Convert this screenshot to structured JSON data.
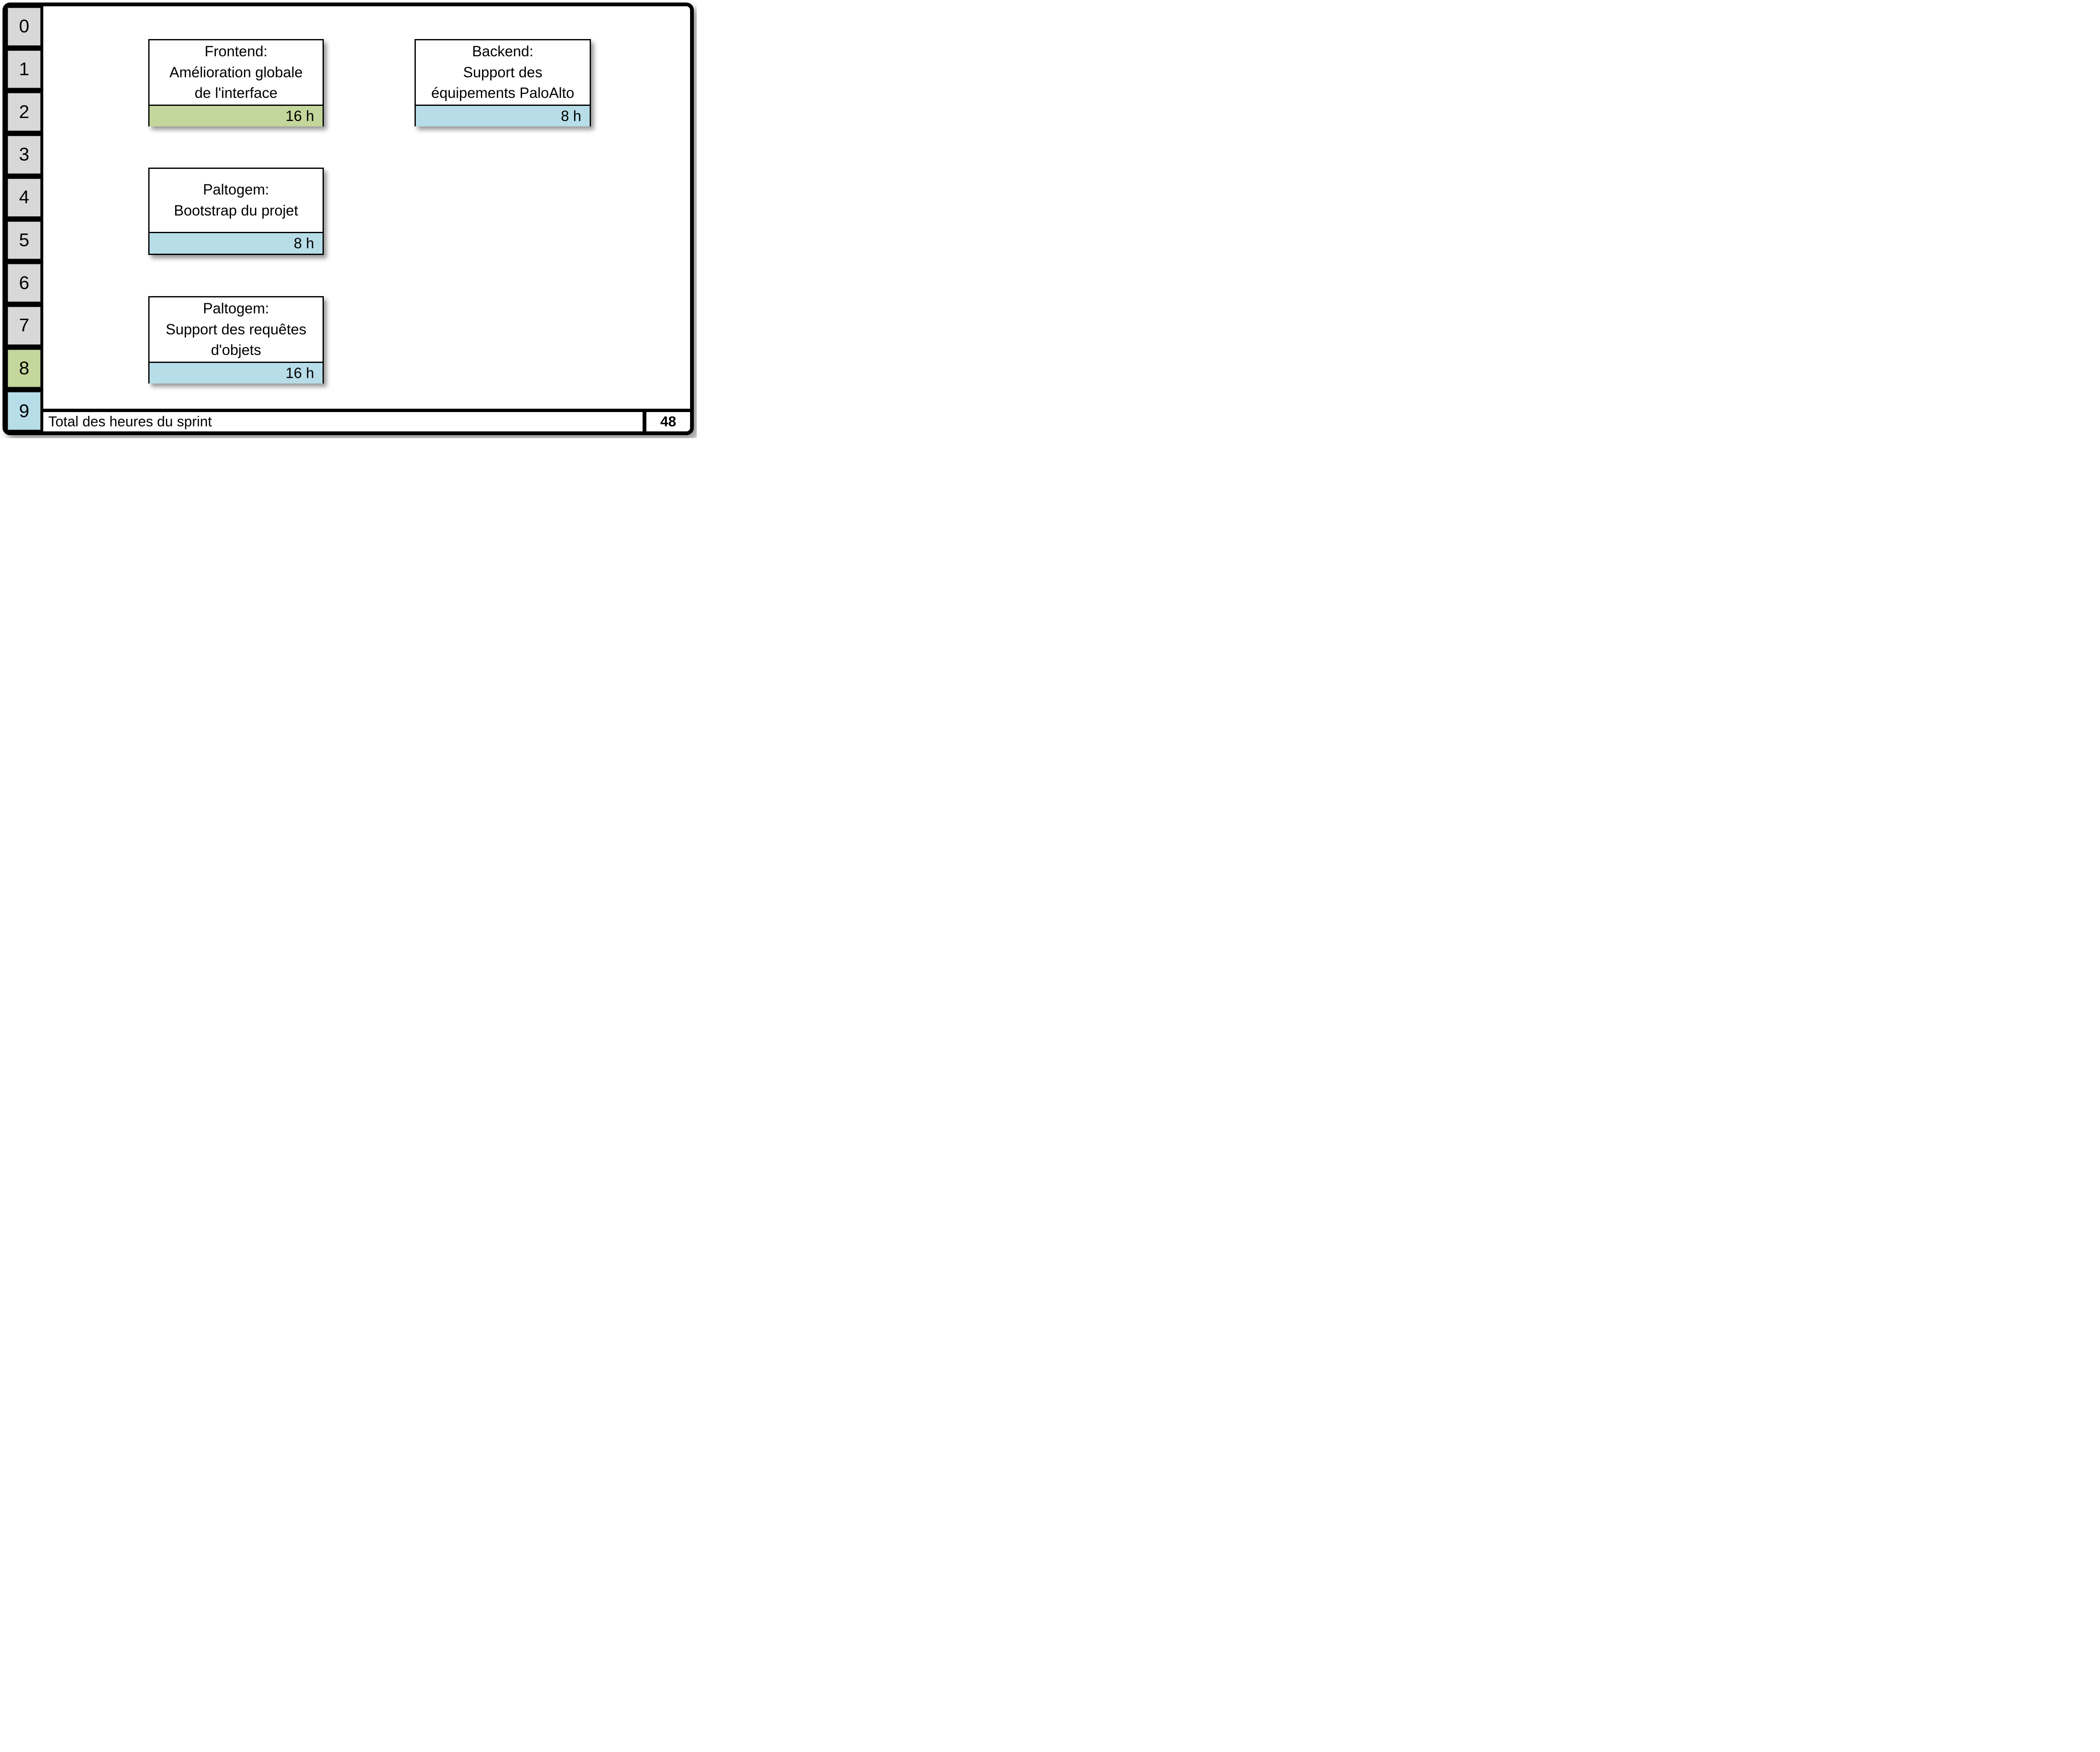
{
  "colors": {
    "border": "#000000",
    "background": "#ffffff",
    "rail_gray": "#d8d8d8",
    "accent_green": "#c3d69b",
    "accent_blue": "#b7dde8"
  },
  "left_rail": {
    "cells": [
      {
        "label": "0",
        "bg": "#d8d8d8"
      },
      {
        "label": "1",
        "bg": "#d8d8d8"
      },
      {
        "label": "2",
        "bg": "#d8d8d8"
      },
      {
        "label": "3",
        "bg": "#d8d8d8"
      },
      {
        "label": "4",
        "bg": "#d8d8d8"
      },
      {
        "label": "5",
        "bg": "#d8d8d8"
      },
      {
        "label": "6",
        "bg": "#d8d8d8"
      },
      {
        "label": "7",
        "bg": "#d8d8d8"
      },
      {
        "label": "8",
        "bg": "#c3d69b"
      },
      {
        "label": "9",
        "bg": "#b7dde8"
      }
    ]
  },
  "cards": [
    {
      "title": "Frontend:\nAmélioration globale\nde l'interface",
      "hours": "16 h",
      "bar_color": "#c3d69b"
    },
    {
      "title": "Backend:\nSupport des\néquipements PaloAlto",
      "hours": "8 h",
      "bar_color": "#b7dde8"
    },
    {
      "title": "Paltogem:\nBootstrap du projet",
      "hours": "8 h",
      "bar_color": "#b7dde8"
    },
    {
      "title": "Paltogem:\nSupport des requêtes\nd'objets",
      "hours": "16 h",
      "bar_color": "#b7dde8"
    }
  ],
  "total_row": {
    "label": "Total des heures du sprint",
    "value": "48"
  }
}
